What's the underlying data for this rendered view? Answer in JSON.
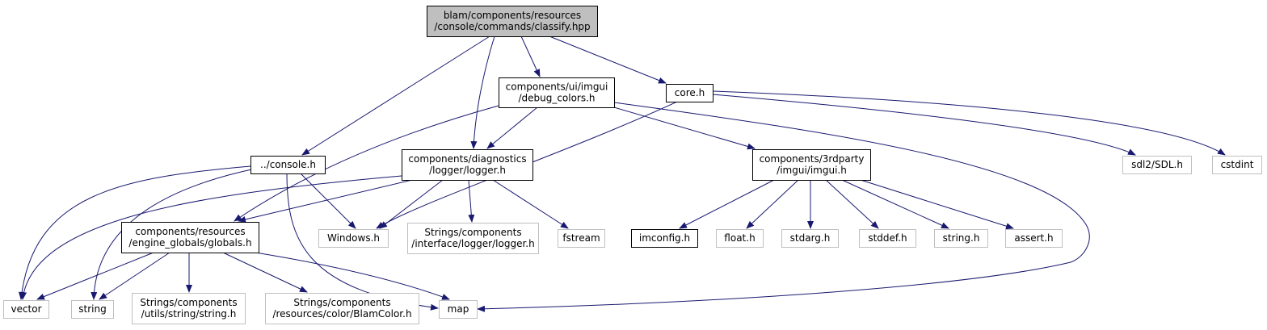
{
  "graph": {
    "colors": {
      "edge": "#191970",
      "root_fill": "#bfbfbf",
      "node_border": "#000000",
      "external_border": "#bfbfbf",
      "text": "#000000"
    },
    "nodes": [
      {
        "id": "classify",
        "lines": [
          "blam/components/resources",
          "/console/commands/classify.hpp"
        ],
        "style": "root"
      },
      {
        "id": "console",
        "lines": [
          "../console.h"
        ],
        "style": "normal"
      },
      {
        "id": "debug_colors",
        "lines": [
          "components/ui/imgui",
          "/debug_colors.h"
        ],
        "style": "normal"
      },
      {
        "id": "core",
        "lines": [
          "core.h"
        ],
        "style": "normal"
      },
      {
        "id": "logger",
        "lines": [
          "components/diagnostics",
          "/logger/logger.h"
        ],
        "style": "normal"
      },
      {
        "id": "imgui",
        "lines": [
          "components/3rdparty",
          "/imgui/imgui.h"
        ],
        "style": "normal"
      },
      {
        "id": "sdl",
        "lines": [
          "sdl2/SDL.h"
        ],
        "style": "external"
      },
      {
        "id": "cstdint",
        "lines": [
          "cstdint"
        ],
        "style": "external"
      },
      {
        "id": "globals",
        "lines": [
          "components/resources",
          "/engine_globals/globals.h"
        ],
        "style": "normal"
      },
      {
        "id": "windows",
        "lines": [
          "Windows.h"
        ],
        "style": "external"
      },
      {
        "id": "str_logger",
        "lines": [
          "Strings/components",
          "/interface/logger/logger.h"
        ],
        "style": "external"
      },
      {
        "id": "fstream",
        "lines": [
          "fstream"
        ],
        "style": "external"
      },
      {
        "id": "imconfig",
        "lines": [
          "imconfig.h"
        ],
        "style": "normal"
      },
      {
        "id": "float",
        "lines": [
          "float.h"
        ],
        "style": "external"
      },
      {
        "id": "stdarg",
        "lines": [
          "stdarg.h"
        ],
        "style": "external"
      },
      {
        "id": "stddef",
        "lines": [
          "stddef.h"
        ],
        "style": "external"
      },
      {
        "id": "string_h",
        "lines": [
          "string.h"
        ],
        "style": "external"
      },
      {
        "id": "assert",
        "lines": [
          "assert.h"
        ],
        "style": "external"
      },
      {
        "id": "vector",
        "lines": [
          "vector"
        ],
        "style": "external"
      },
      {
        "id": "string",
        "lines": [
          "string"
        ],
        "style": "external"
      },
      {
        "id": "str_string",
        "lines": [
          "Strings/components",
          "/utils/string/string.h"
        ],
        "style": "external"
      },
      {
        "id": "str_color",
        "lines": [
          "Strings/components",
          "/resources/color/BlamColor.h"
        ],
        "style": "external"
      },
      {
        "id": "map",
        "lines": [
          "map"
        ],
        "style": "external"
      }
    ],
    "edges": [
      {
        "from": "classify",
        "to": "console"
      },
      {
        "from": "classify",
        "to": "logger"
      },
      {
        "from": "classify",
        "to": "debug_colors"
      },
      {
        "from": "classify",
        "to": "core"
      },
      {
        "from": "console",
        "to": "vector"
      },
      {
        "from": "console",
        "to": "string"
      },
      {
        "from": "console",
        "to": "windows"
      },
      {
        "from": "console",
        "to": "map"
      },
      {
        "from": "debug_colors",
        "to": "globals"
      },
      {
        "from": "debug_colors",
        "to": "logger"
      },
      {
        "from": "debug_colors",
        "to": "imgui"
      },
      {
        "from": "debug_colors",
        "to": "map"
      },
      {
        "from": "core",
        "to": "windows"
      },
      {
        "from": "core",
        "to": "sdl"
      },
      {
        "from": "core",
        "to": "cstdint"
      },
      {
        "from": "logger",
        "to": "vector"
      },
      {
        "from": "logger",
        "to": "globals"
      },
      {
        "from": "logger",
        "to": "windows"
      },
      {
        "from": "logger",
        "to": "str_logger"
      },
      {
        "from": "logger",
        "to": "fstream"
      },
      {
        "from": "imgui",
        "to": "imconfig"
      },
      {
        "from": "imgui",
        "to": "float"
      },
      {
        "from": "imgui",
        "to": "stdarg"
      },
      {
        "from": "imgui",
        "to": "stddef"
      },
      {
        "from": "imgui",
        "to": "string_h"
      },
      {
        "from": "imgui",
        "to": "assert"
      },
      {
        "from": "globals",
        "to": "vector"
      },
      {
        "from": "globals",
        "to": "string"
      },
      {
        "from": "globals",
        "to": "str_string"
      },
      {
        "from": "globals",
        "to": "str_color"
      },
      {
        "from": "globals",
        "to": "map"
      }
    ]
  }
}
